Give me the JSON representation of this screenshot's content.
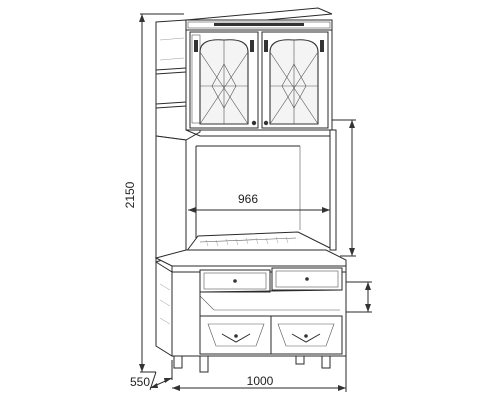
{
  "dimensions": {
    "height": "2150",
    "inner_width": "966",
    "depth": "550",
    "width": "1000"
  },
  "icons": {
    "handle": "handle-icon",
    "lattice": "glass-lattice-icon"
  },
  "colors": {
    "line": "#2a2a2a",
    "fill": "#ffffff"
  }
}
